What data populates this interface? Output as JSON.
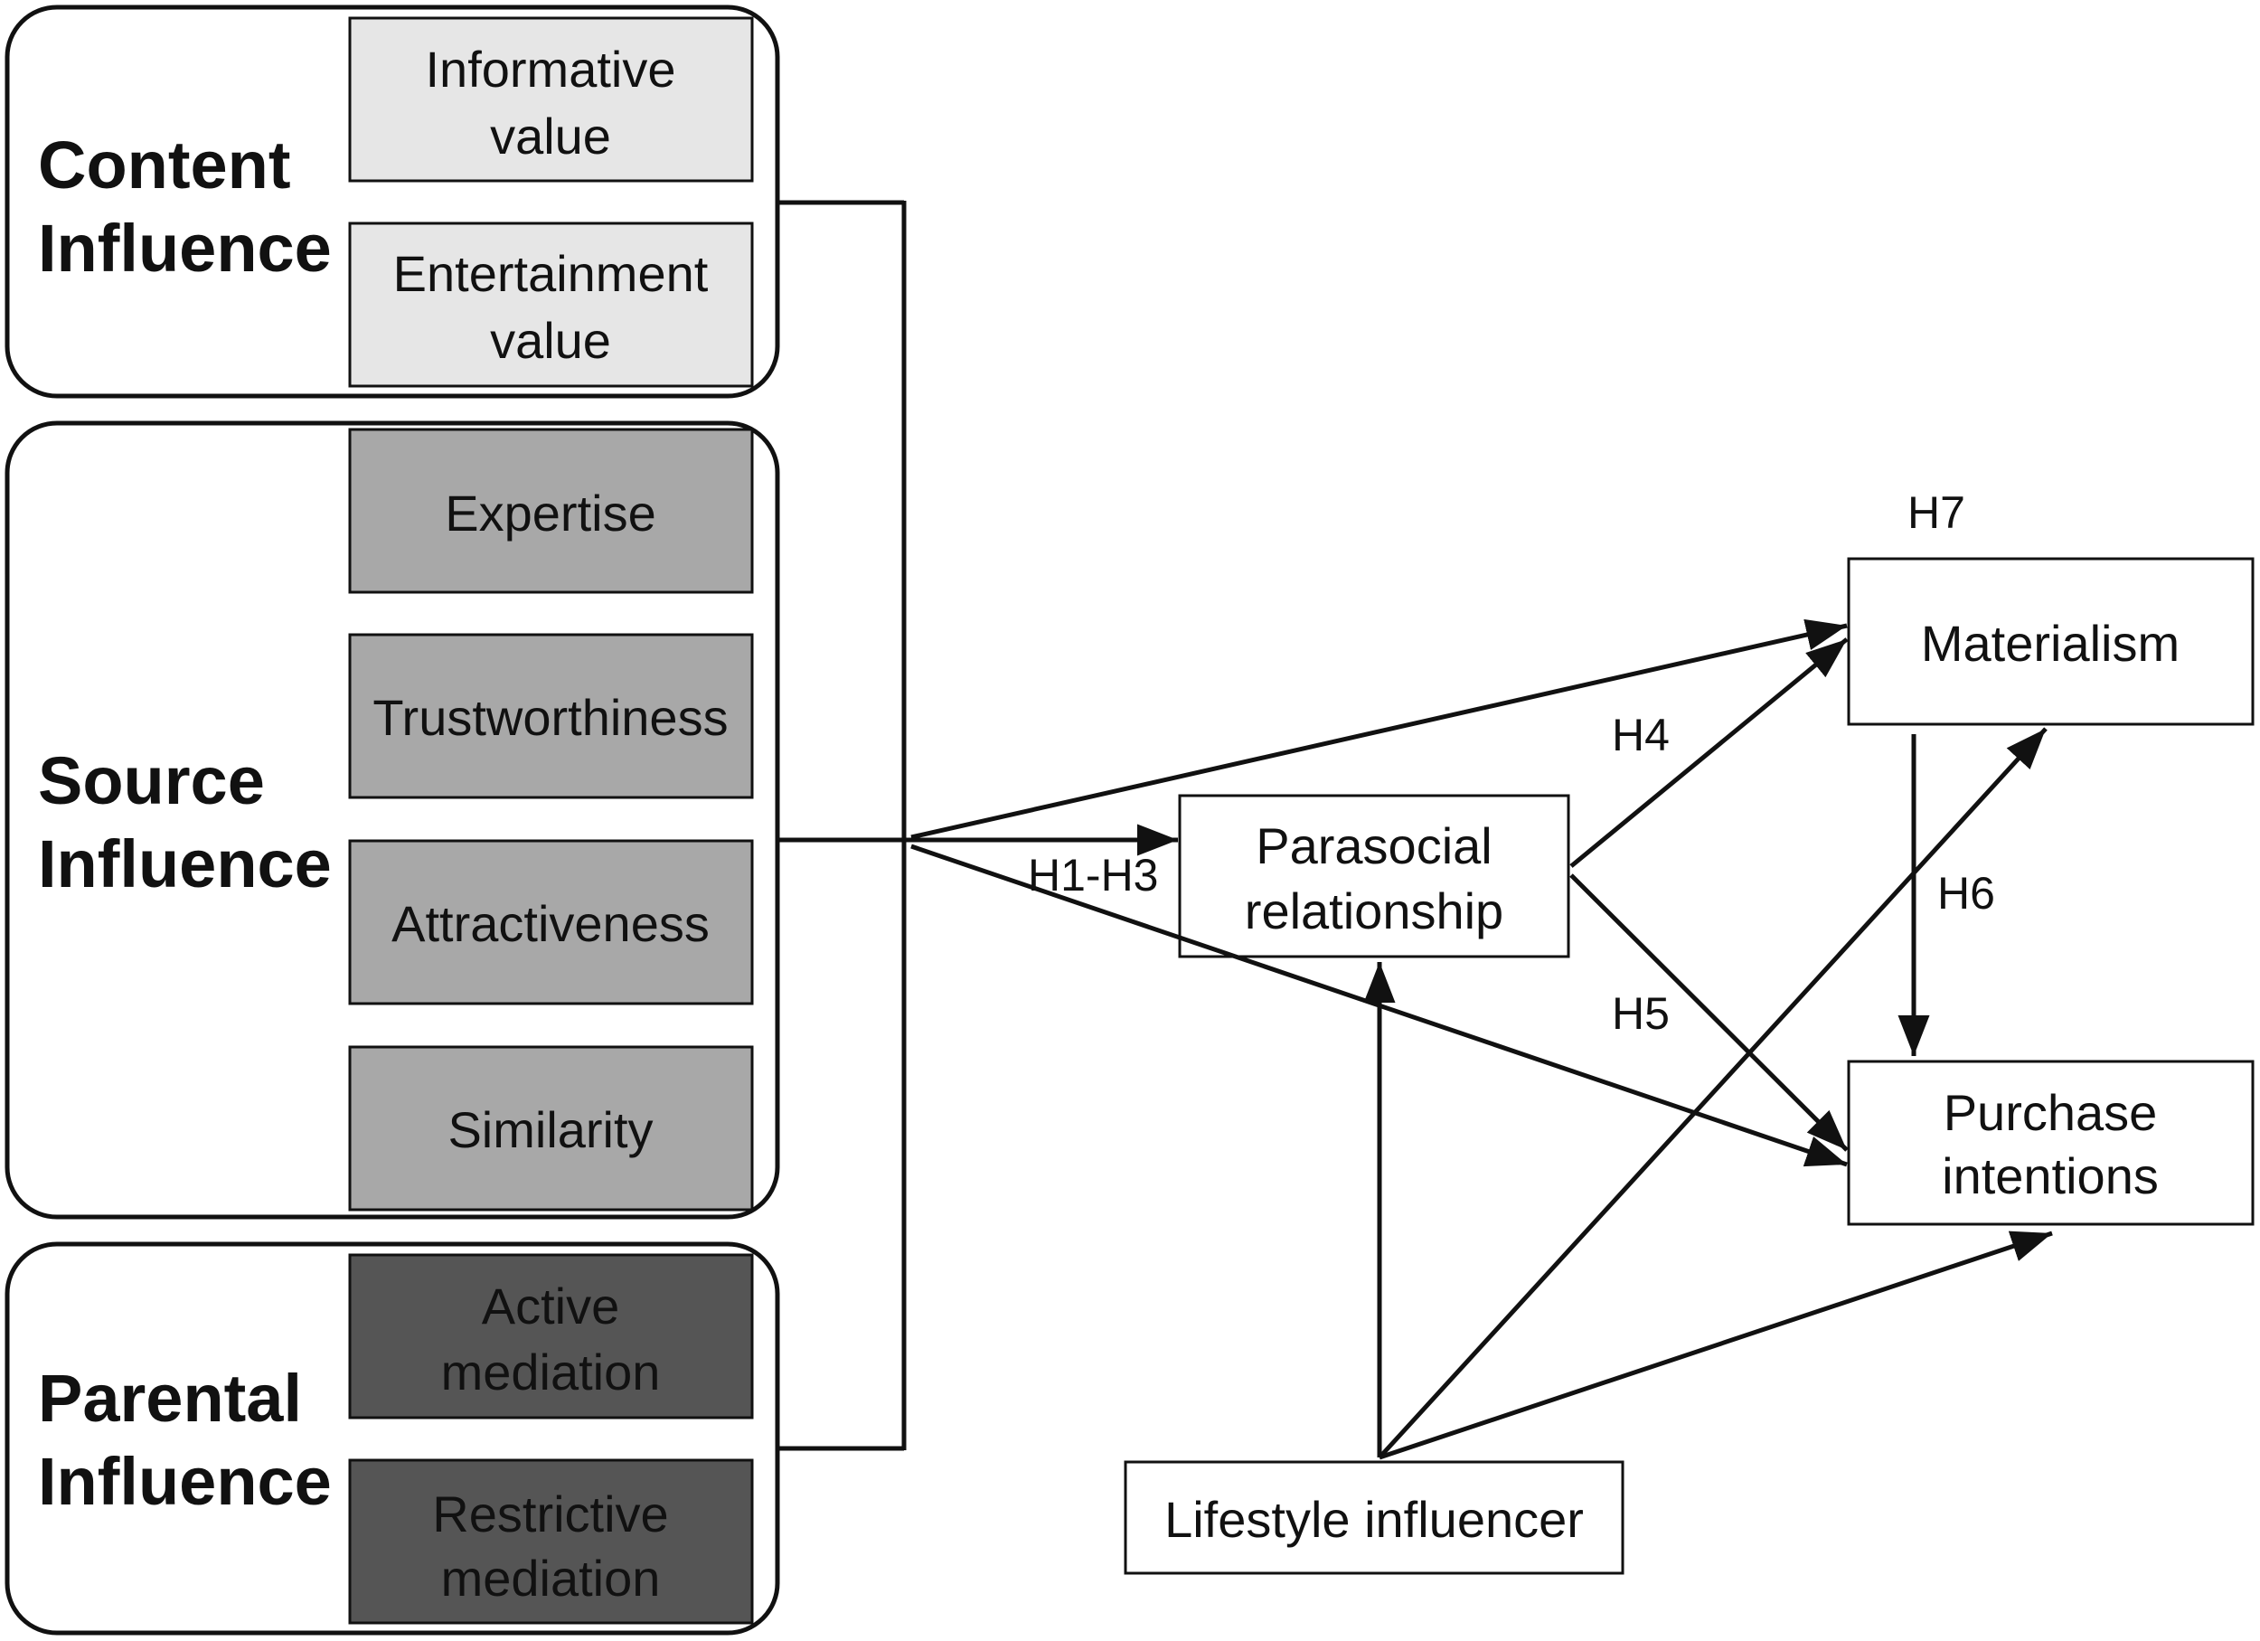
{
  "groups": {
    "content": {
      "title_line1": "Content",
      "title_line2": "Influence",
      "color": "#e6e6e6"
    },
    "source": {
      "title_line1": "Source",
      "title_line2": "Influence",
      "color": "#a8a8a8"
    },
    "parental": {
      "title_line1": "Parental",
      "title_line2": "Influence",
      "color": "#555555"
    }
  },
  "factors": {
    "informative_value": {
      "line1": "Informative",
      "line2": "value"
    },
    "entertainment_value": {
      "line1": "Entertainment",
      "line2": "value"
    },
    "expertise": {
      "label": "Expertise"
    },
    "trustworthiness": {
      "label": "Trustworthiness"
    },
    "attractiveness": {
      "label": "Attractiveness"
    },
    "similarity": {
      "label": "Similarity"
    },
    "active_mediation": {
      "line1": "Active",
      "line2": "mediation"
    },
    "restrictive_mediation": {
      "line1": "Restrictive",
      "line2": "mediation"
    }
  },
  "constructs": {
    "parasocial": {
      "line1": "Parasocial",
      "line2": "relationship"
    },
    "materialism": {
      "label": "Materialism"
    },
    "purchase": {
      "line1": "Purchase",
      "line2": "intentions"
    },
    "lifestyle": {
      "label": "Lifestyle influencer"
    }
  },
  "hypotheses": {
    "h1_h3": "H1-H3",
    "h4": "H4",
    "h5": "H5",
    "h6": "H6",
    "h7": "H7"
  }
}
